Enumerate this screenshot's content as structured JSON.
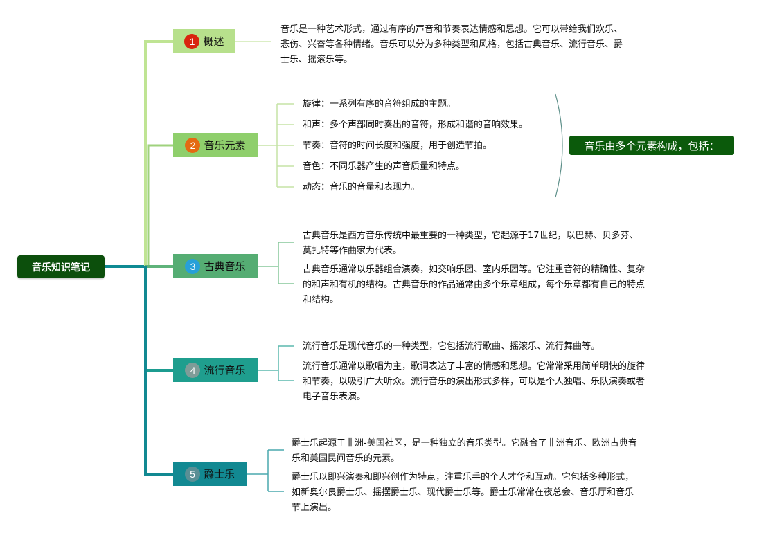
{
  "root": {
    "label": "音乐知识笔记"
  },
  "topics": [
    {
      "number": "1",
      "label": "概述",
      "badge_color": "#d9230f",
      "notes": [
        "音乐是一种艺术形式，通过有序的声音和节奏表达情感和思想。它可以带给我们欢乐、悲伤、兴奋等各种情绪。音乐可以分为多种类型和风格，包括古典音乐、流行音乐、爵士乐、摇滚乐等。"
      ]
    },
    {
      "number": "2",
      "label": "音乐元素",
      "badge_color": "#e46a12",
      "items": [
        "旋律：一系列有序的音符组成的主题。",
        "和声：多个声部同时奏出的音符，形成和谐的音响效果。",
        "节奏：音符的时间长度和强度，用于创造节拍。",
        "音色：不同乐器产生的声音质量和特点。",
        "动态：音乐的音量和表现力。"
      ],
      "summary": "音乐由多个元素构成，包括："
    },
    {
      "number": "3",
      "label": "古典音乐",
      "badge_color": "#27a0d8",
      "notes": [
        "古典音乐是西方音乐传统中最重要的一种类型，它起源于17世纪，以巴赫、贝多芬、莫扎特等作曲家为代表。",
        "古典音乐通常以乐器组合演奏，如交响乐团、室内乐团等。它注重音符的精确性、复杂的和声和有机的结构。古典音乐的作品通常由多个乐章组成，每个乐章都有自己的特点和结构。"
      ]
    },
    {
      "number": "4",
      "label": "流行音乐",
      "badge_color": "#7f9c98",
      "notes": [
        "流行音乐是现代音乐的一种类型，它包括流行歌曲、摇滚乐、流行舞曲等。",
        "流行音乐通常以歌唱为主，歌词表达了丰富的情感和思想。它常常采用简单明快的旋律和节奏，以吸引广大听众。流行音乐的演出形式多样，可以是个人独唱、乐队演奏或者电子音乐表演。"
      ]
    },
    {
      "number": "5",
      "label": "爵士乐",
      "badge_color": "#5a8f95",
      "notes": [
        "爵士乐起源于非洲-美国社区，是一种独立的音乐类型。它融合了非洲音乐、欧洲古典音乐和美国民间音乐的元素。",
        "爵士乐以即兴演奏和即兴创作为特点，注重乐手的个人才华和互动。它包括多种形式，如新奥尔良爵士乐、摇摆爵士乐、现代爵士乐等。爵士乐常常在夜总会、音乐厅和音乐节上演出。"
      ]
    }
  ],
  "colors": {
    "branch_top": "#b7e08c",
    "branch_mid": "#7cc06a",
    "branch_low": "#0f8a93",
    "root_fill": "#0c4f0c",
    "summary_fill": "#0b5a0b"
  }
}
